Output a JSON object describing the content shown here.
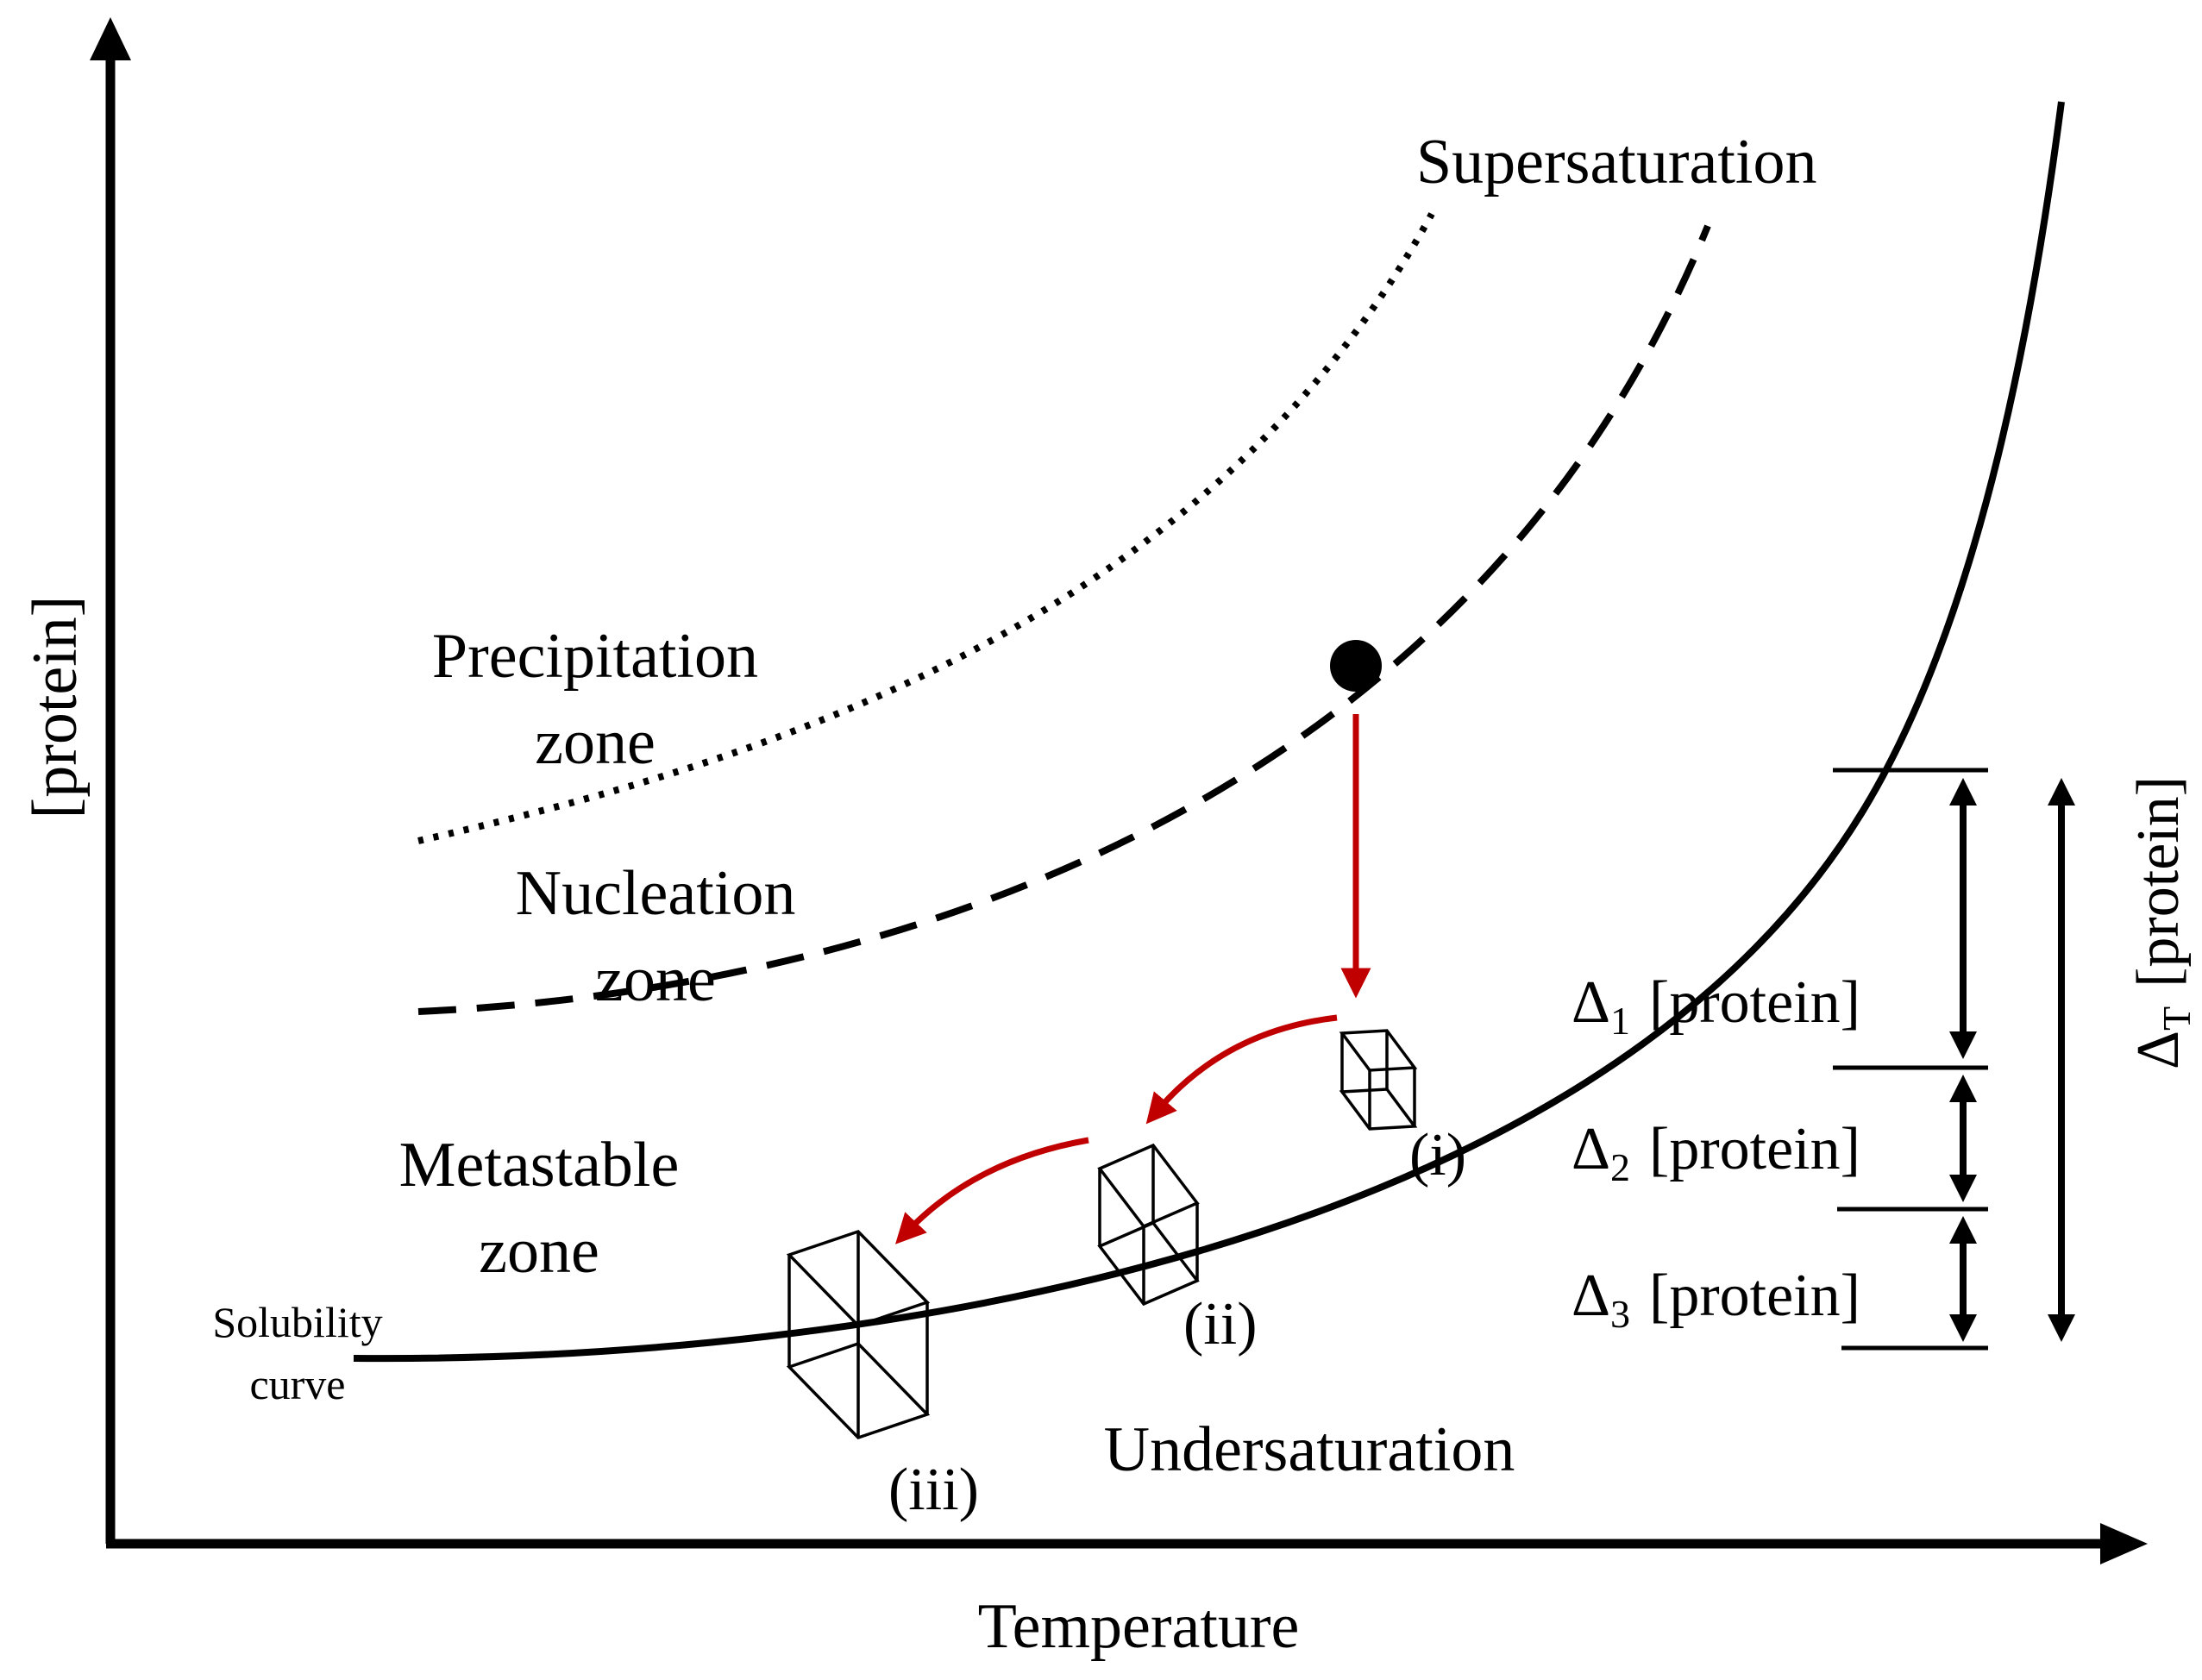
{
  "axes": {
    "y_label": "[protein]",
    "x_label": "Temperature"
  },
  "regions": {
    "supersaturation": "Supersaturation",
    "precipitation_line1": "Precipitation",
    "precipitation_line2": "zone",
    "nucleation_line1": "Nucleation",
    "nucleation_line2": "zone",
    "metastable_line1": "Metastable",
    "metastable_line2": "zone",
    "undersaturation": "Undersaturation"
  },
  "curve_labels": {
    "solubility_line1": "Solubility",
    "solubility_line2": "curve"
  },
  "crystals": {
    "i": "(i)",
    "ii": "(ii)",
    "iii": "(iii)"
  },
  "deltas": {
    "symbol": "Δ",
    "unit": "[protein]",
    "d1_sub": "1",
    "d2_sub": "2",
    "d3_sub": "3",
    "total_sub": "T"
  },
  "colors": {
    "ink": "#000000",
    "path_arrow": "#c00000"
  }
}
